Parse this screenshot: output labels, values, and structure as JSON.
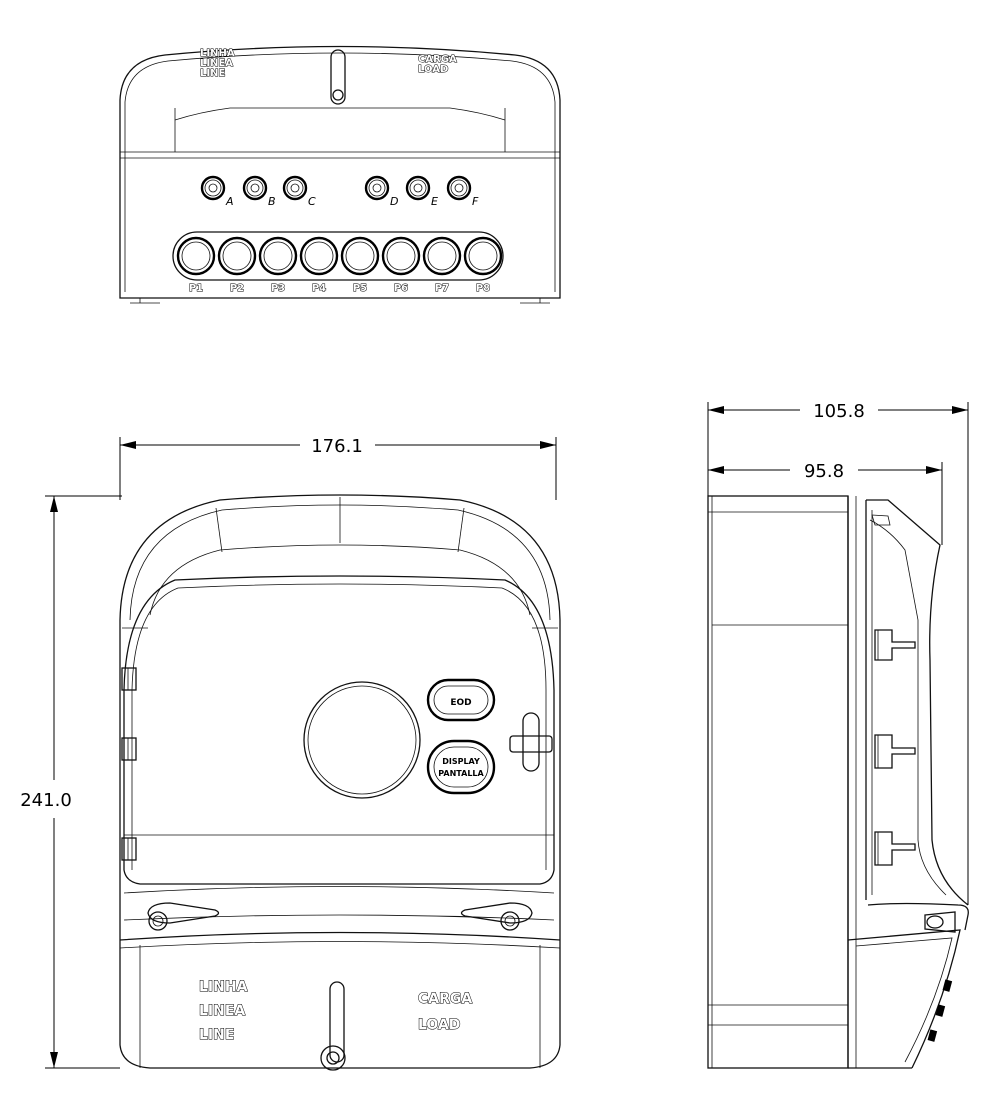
{
  "dimensions": {
    "width": "176.1",
    "height": "241.0",
    "depth_total": "105.8",
    "depth_body": "95.8"
  },
  "top_view": {
    "line_labels": [
      "LINHA",
      "LINEA",
      "LINE"
    ],
    "load_labels": [
      "CARGA",
      "LOAD"
    ],
    "small_ports": [
      "A",
      "B",
      "C",
      "D",
      "E",
      "F"
    ],
    "large_ports": [
      "P1",
      "P2",
      "P3",
      "P4",
      "P5",
      "P6",
      "P7",
      "P8"
    ]
  },
  "front_view": {
    "button_top": "EOD",
    "button_bottom_line1": "DISPLAY",
    "button_bottom_line2": "PANTALLA",
    "line_labels": [
      "LINHA",
      "LINEA",
      "LINE"
    ],
    "load_labels": [
      "CARGA",
      "LOAD"
    ]
  }
}
